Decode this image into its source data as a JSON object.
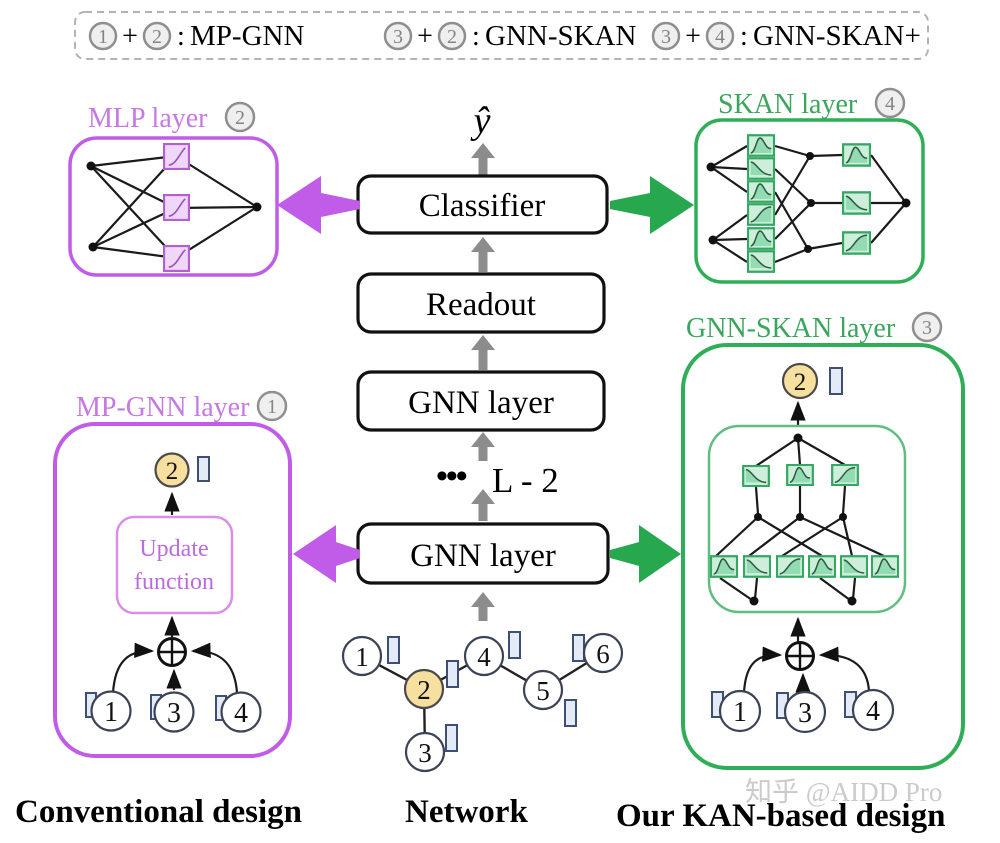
{
  "legend": {
    "plus": "+",
    "colon": ":",
    "items": [
      {
        "n1": "1",
        "n2": "2",
        "name": "MP-GNN"
      },
      {
        "n1": "3",
        "n2": "2",
        "name": "GNN-SKAN"
      },
      {
        "n1": "3",
        "n2": "4",
        "name": "GNN-SKAN+"
      }
    ]
  },
  "pipeline": {
    "output": "ŷ",
    "classifier": "Classifier",
    "readout": "Readout",
    "gnn_top": "GNN layer",
    "ellipsis": "•••",
    "repeat": "L - 2",
    "gnn_bottom": "GNN layer"
  },
  "conventional": {
    "mlp_title": "MLP layer",
    "mlp_badge": "2",
    "mpgnn_title": "MP-GNN layer",
    "mpgnn_badge": "1",
    "update_line1": "Update",
    "update_line2": "function",
    "target_node": "2",
    "neighbors": [
      "1",
      "3",
      "4"
    ]
  },
  "kan": {
    "skan_title": "SKAN layer",
    "skan_badge": "4",
    "gnnskan_title": "GNN-SKAN layer",
    "gnnskan_badge": "3",
    "target_node": "2",
    "neighbors": [
      "1",
      "3",
      "4"
    ]
  },
  "network": {
    "nodes": [
      "1",
      "2",
      "3",
      "4",
      "5",
      "6"
    ],
    "highlighted_node": "2"
  },
  "captions": {
    "left": "Conventional design",
    "center": "Network",
    "right": "Our KAN-based design"
  },
  "watermark": "知乎 @AIDD Pro",
  "colors": {
    "purple": "#c05ce8",
    "purple_text": "#c579e2",
    "green": "#2fae57",
    "green_text": "#3aa55c",
    "node_yellow": "#f7dfa0",
    "gray_arrow": "#8c8c8c",
    "feature_rect_border": "#3d4f75"
  }
}
